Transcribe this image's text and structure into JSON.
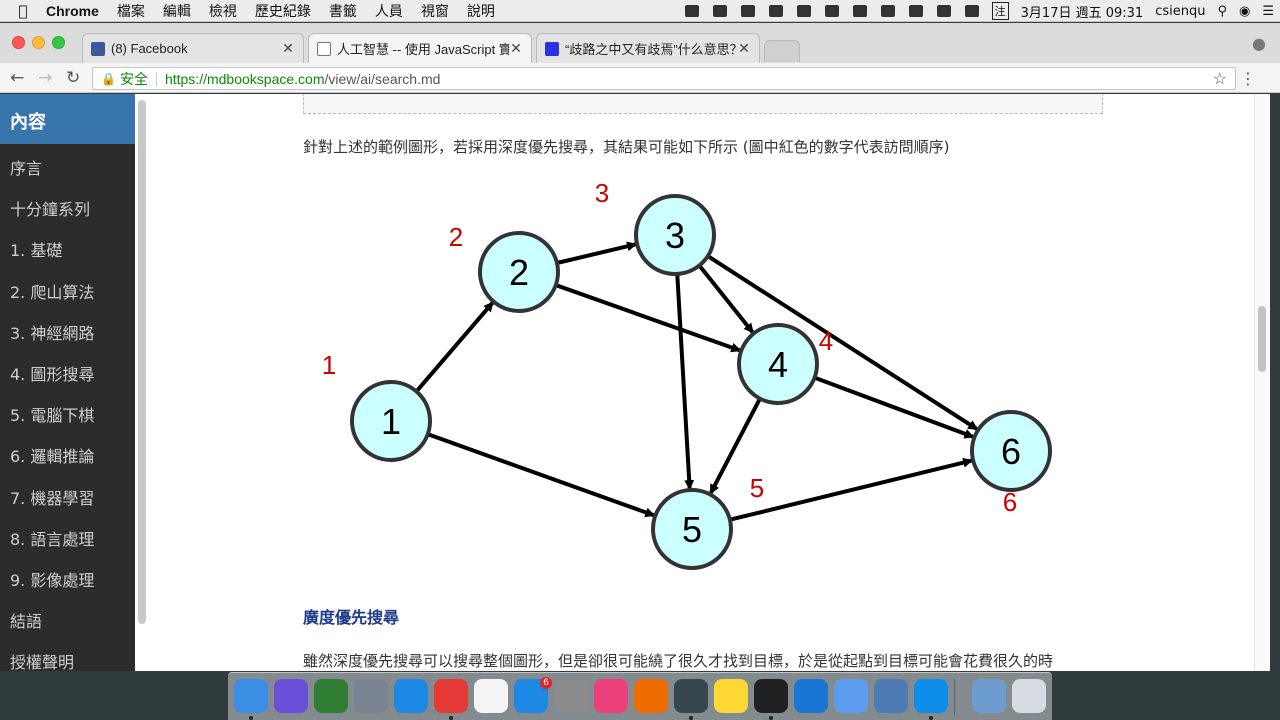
{
  "menubar": {
    "app": "Chrome",
    "menus": [
      "檔案",
      "編輯",
      "檢視",
      "歷史紀錄",
      "書籤",
      "人員",
      "視窗",
      "說明"
    ],
    "input_method": "注",
    "datetime": "3月17日 週五  09:31",
    "user": "csienqu"
  },
  "tabs": [
    {
      "title": "(8) Facebook",
      "favicon": "facebook-icon",
      "color": "#3b5998"
    },
    {
      "title": "人工智慧 -- 使用 JavaScript 實",
      "favicon": "page-icon",
      "color": "#ffffff"
    },
    {
      "title": "“歧路之中又有歧焉”什么意思？",
      "favicon": "baidu-icon",
      "color": "#2932e1"
    }
  ],
  "toolbar": {
    "secure_label": "安全",
    "url_scheme_host": "https://mdbookspace.com",
    "url_path": "/view/ai/search.md"
  },
  "sidebar": {
    "heading": "內容",
    "items": [
      "序言",
      "十分鐘系列",
      "1. 基礎",
      "2. 爬山算法",
      "3. 神經網路",
      "4. 圖形搜尋",
      "5. 電腦下棋",
      "6. 邏輯推論",
      "7. 機器學習",
      "8. 語言處理",
      "9. 影像處理",
      "結語",
      "授權聲明"
    ]
  },
  "content": {
    "intro": "針對上述的範例圖形，若採用深度優先搜尋，其結果可能如下所示 (圖中紅色的數字代表訪問順序)",
    "bfs_title": "廣度優先搜尋",
    "bfs_text": "雖然深度優先搜尋可以搜尋整個圖形，但是卻很可能繞了很久才找到目標，於是從起點到目標可能會花費很久的時"
  },
  "graph": {
    "nodes": [
      {
        "id": "1",
        "order": "1"
      },
      {
        "id": "2",
        "order": "2"
      },
      {
        "id": "3",
        "order": "3"
      },
      {
        "id": "4",
        "order": "4"
      },
      {
        "id": "5",
        "order": "5"
      },
      {
        "id": "6",
        "order": "6"
      }
    ],
    "edges": [
      [
        "1",
        "2"
      ],
      [
        "1",
        "5"
      ],
      [
        "2",
        "3"
      ],
      [
        "2",
        "4"
      ],
      [
        "3",
        "4"
      ],
      [
        "3",
        "5"
      ],
      [
        "3",
        "6"
      ],
      [
        "4",
        "5"
      ],
      [
        "4",
        "6"
      ],
      [
        "5",
        "6"
      ]
    ],
    "node_fill": "#ccffff",
    "order_color": "#cc0000"
  },
  "dock": {
    "apps": [
      {
        "name": "finder-icon",
        "color": "#3a8ee6"
      },
      {
        "name": "siri-icon",
        "color": "#6a4fd8"
      },
      {
        "name": "activity-monitor-icon",
        "color": "#2e7d32"
      },
      {
        "name": "launchpad-icon",
        "color": "#7a8591"
      },
      {
        "name": "safari-icon",
        "color": "#1e88e5"
      },
      {
        "name": "chrome-icon",
        "color": "#e53935"
      },
      {
        "name": "reminders-icon",
        "color": "#f5f5f5"
      },
      {
        "name": "app-store-icon",
        "color": "#1e88e5",
        "badge": "6"
      },
      {
        "name": "system-preferences-icon",
        "color": "#8a8a8a"
      },
      {
        "name": "itunes-icon",
        "color": "#ec407a"
      },
      {
        "name": "ibooks-icon",
        "color": "#ef6c00"
      },
      {
        "name": "quicktime-icon",
        "color": "#37474f"
      },
      {
        "name": "photos-icon",
        "color": "#fdd835"
      },
      {
        "name": "terminal-icon",
        "color": "#212121"
      },
      {
        "name": "zoom-icon",
        "color": "#1976d2"
      },
      {
        "name": "xcode-icon",
        "color": "#5c9ded"
      },
      {
        "name": "instruments-icon",
        "color": "#4f7bb3"
      },
      {
        "name": "teamviewer-icon",
        "color": "#0e8ee9"
      },
      {
        "name": "downloads-folder-icon",
        "color": "#6d9ccf"
      },
      {
        "name": "trash-icon",
        "color": "#d7dde2"
      }
    ]
  }
}
